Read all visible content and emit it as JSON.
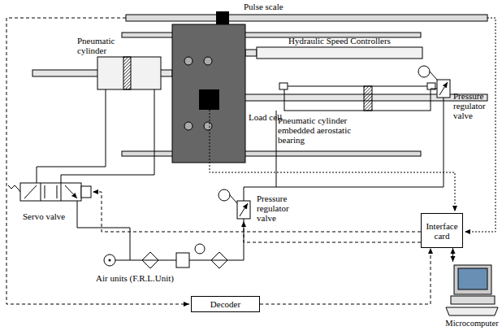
{
  "diagram": {
    "nodes": [
      {
        "text": [
          "Interface card"
        ]
      },
      {
        "text": [
          "Decoder"
        ]
      },
      {
        "text": [
          "Microcomputer"
        ]
      }
    ],
    "edges": [
      {
        "from": 1,
        "to": 0,
        "arrow": "to"
      },
      {
        "from": 0,
        "to": 2,
        "arrow": "both"
      }
    ],
    "labels": [
      "Pulse scale",
      "Pneumatic cylinder",
      "Hydraulic Speed Controllers",
      "Load cell",
      "Pneumatic cylinder embedded aerostatic bearing",
      "Pressure regulator valve",
      "Servo valve",
      "Pressure regulator valve",
      "Air units (F.R.L.Unit)"
    ]
  }
}
